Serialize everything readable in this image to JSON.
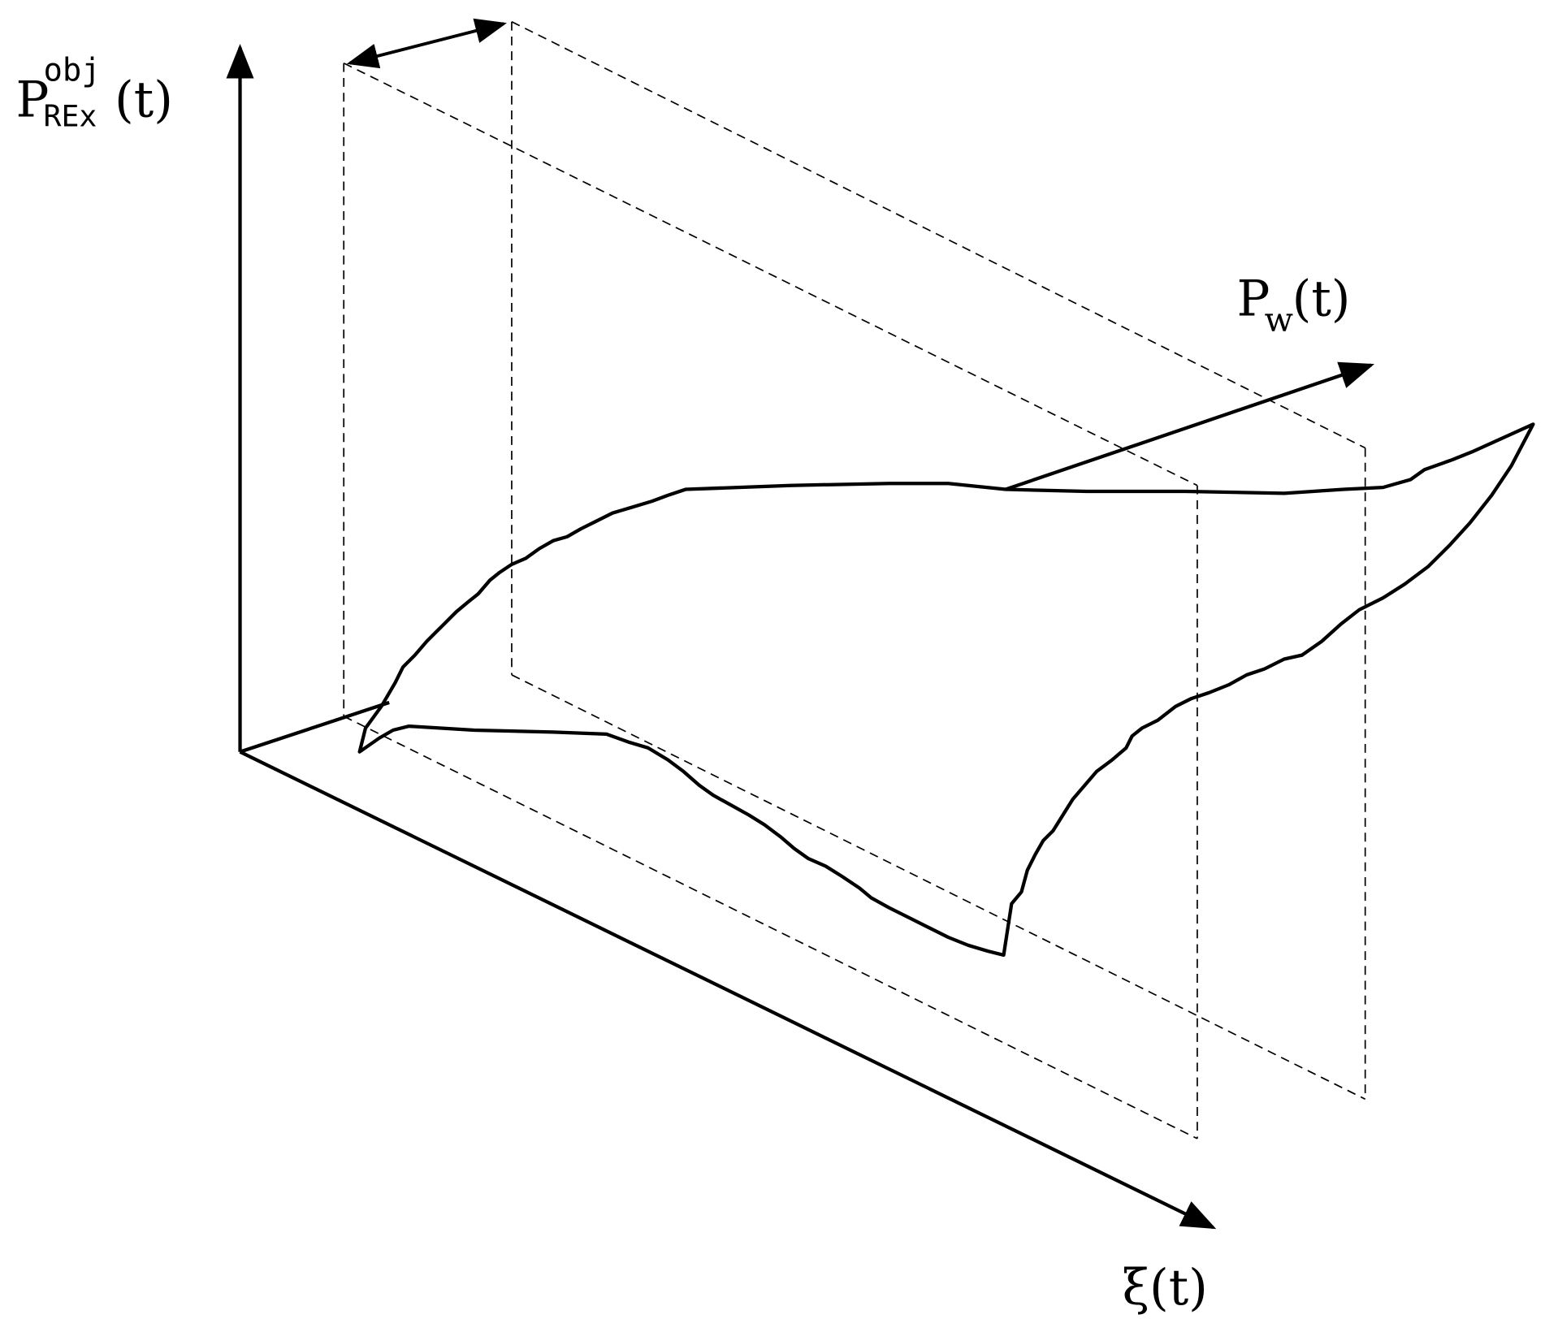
{
  "labels": {
    "vertical_axis": {
      "base": "P",
      "superscript": "obj",
      "subscript": "REx",
      "argument": "(t)"
    },
    "depth_axis": {
      "base": "P",
      "subscript": "w",
      "argument": "(t)"
    },
    "horizontal_axis": {
      "text": "ξ(t)"
    }
  },
  "colors": {
    "ink": "#000000",
    "background": "#ffffff"
  }
}
